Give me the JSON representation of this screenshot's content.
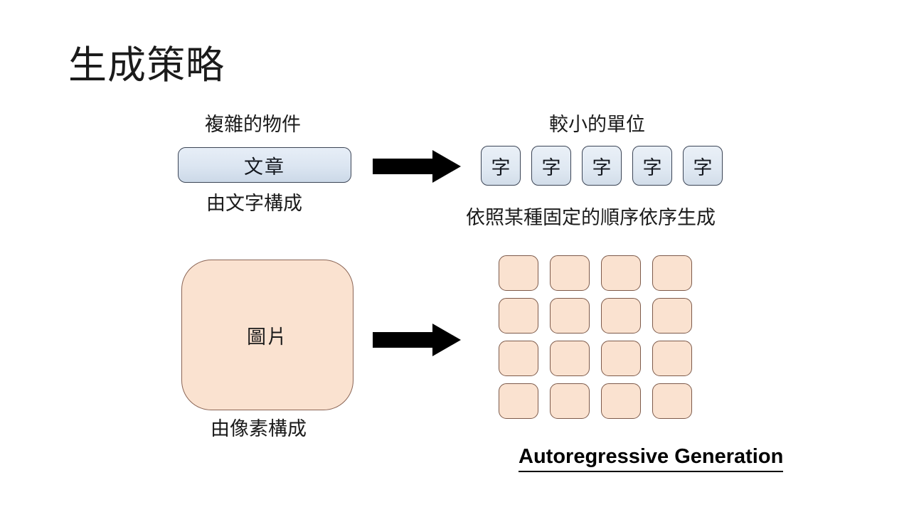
{
  "slide": {
    "title": "生成策略",
    "background_color": "#ffffff"
  },
  "text_row": {
    "source_caption": "複雜的物件",
    "source_label": "文章",
    "source_note": "由文字構成",
    "target_caption": "較小的單位",
    "target_note": "依照某種固定的順序依序生成",
    "tokens": [
      "字",
      "字",
      "字",
      "字",
      "字"
    ],
    "arrow": "right-arrow",
    "box_fill": "#dbe5f1",
    "box_border": "#3b4455"
  },
  "image_row": {
    "source_label": "圖片",
    "source_note": "由像素構成",
    "arrow": "right-arrow",
    "grid_rows": 4,
    "grid_cols": 4,
    "cells": [
      [
        "",
        "",
        "",
        ""
      ],
      [
        "",
        "",
        "",
        ""
      ],
      [
        "",
        "",
        "",
        ""
      ],
      [
        "",
        "",
        "",
        ""
      ]
    ],
    "box_fill": "#fae2d0",
    "box_border": "#8a6454"
  },
  "footer": {
    "label": "Autoregressive Generation"
  }
}
